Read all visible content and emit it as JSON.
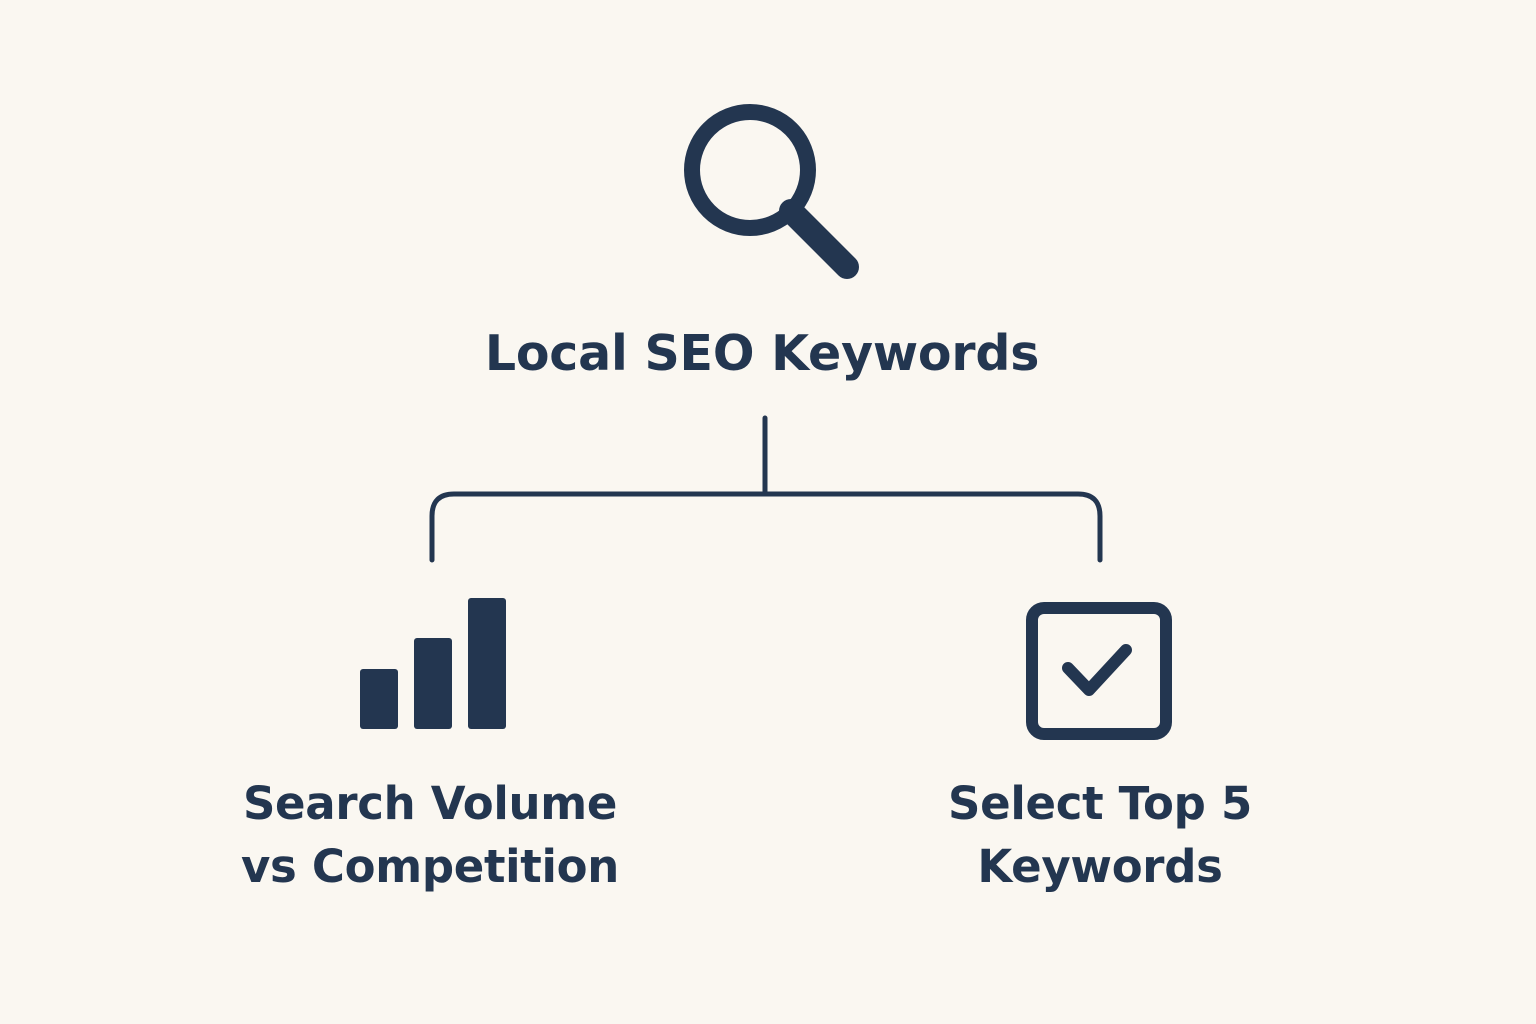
{
  "diagram": {
    "title": "Local SEO Keywords",
    "colors": {
      "background": "#faf7f1",
      "ink": "#233650"
    },
    "icons": {
      "root": "search-icon",
      "left": "bar-chart-icon",
      "right": "checkbox-icon"
    },
    "branches": [
      {
        "line1": "Search Volume",
        "line2": "vs Competition"
      },
      {
        "line1": "Select Top 5",
        "line2": "Keywords"
      }
    ]
  }
}
